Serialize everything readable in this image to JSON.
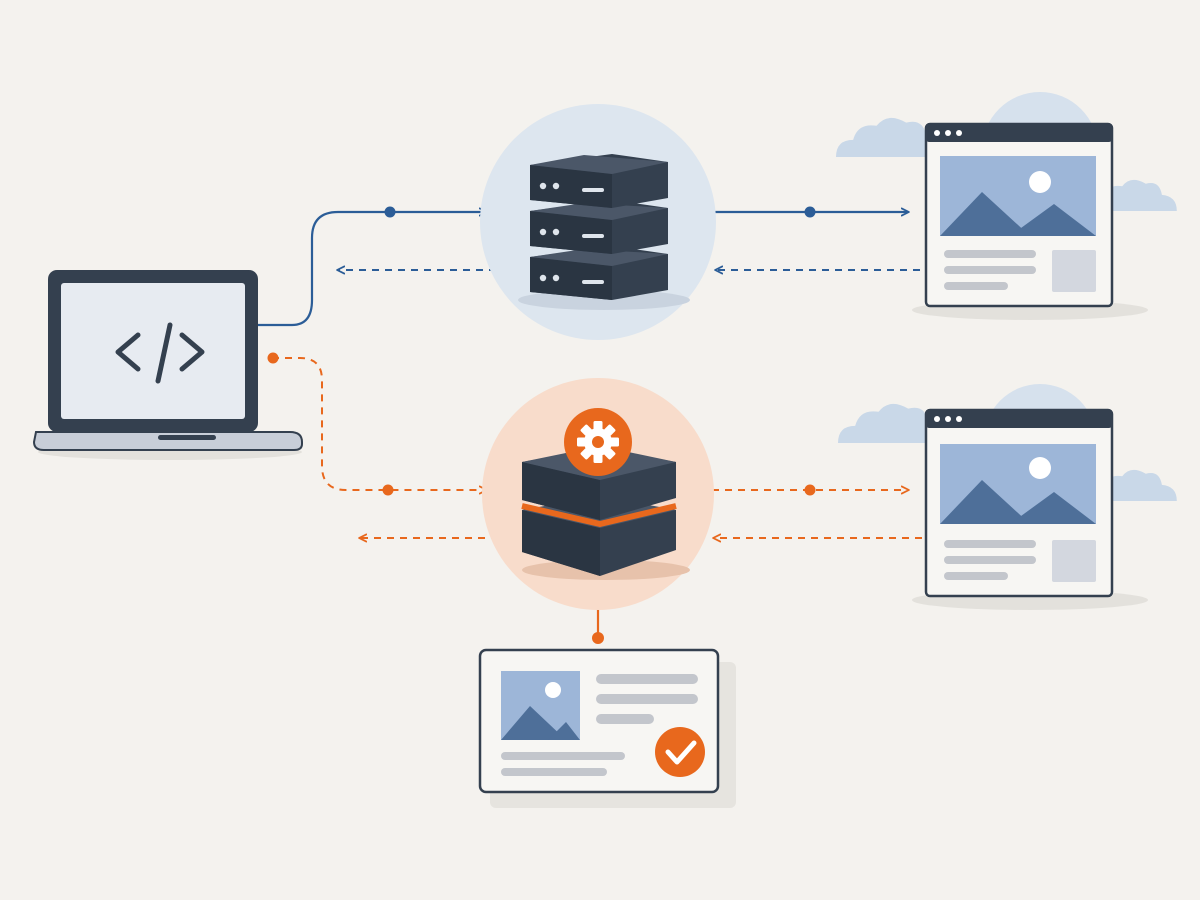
{
  "colors": {
    "background": "#f4f2ee",
    "dark": "#34404f",
    "blue": "#2b5d97",
    "orange": "#e8681d",
    "blue_halo": "#dde6ef",
    "orange_halo": "#f8dccb",
    "cloud": "#c9d8e8",
    "image_fill": "#9db6d8",
    "image_mountain": "#4e6f99",
    "text_line": "#c3c6cc",
    "panel": "#f7f6f3"
  },
  "diagram": {
    "laptop": {
      "icon": "code-brackets-icon",
      "code_symbol": "</>"
    },
    "server": {
      "icon": "server-stack-icon"
    },
    "processor": {
      "icon": "gear-icon",
      "style": "two-layer block with orange seam"
    },
    "web_pages": [
      {
        "icon": "browser-window-icon",
        "route": "blue"
      },
      {
        "icon": "browser-window-icon",
        "route": "orange"
      }
    ],
    "result_card": {
      "icon": "check-icon"
    },
    "connections": [
      {
        "from": "laptop",
        "to": "server",
        "style": "solid",
        "color": "blue"
      },
      {
        "from": "server",
        "to": "laptop",
        "style": "dashed",
        "color": "blue"
      },
      {
        "from": "server",
        "to": "web-page-1",
        "style": "solid",
        "color": "blue"
      },
      {
        "from": "web-page-1",
        "to": "server",
        "style": "dashed",
        "color": "blue"
      },
      {
        "from": "laptop",
        "to": "processor",
        "style": "dashed",
        "color": "orange"
      },
      {
        "from": "processor",
        "to": "laptop",
        "style": "dashed",
        "color": "orange"
      },
      {
        "from": "processor",
        "to": "web-page-2",
        "style": "dashed",
        "color": "orange"
      },
      {
        "from": "web-page-2",
        "to": "processor",
        "style": "dashed",
        "color": "orange"
      },
      {
        "from": "processor",
        "to": "result-card",
        "style": "solid",
        "color": "orange"
      }
    ]
  }
}
